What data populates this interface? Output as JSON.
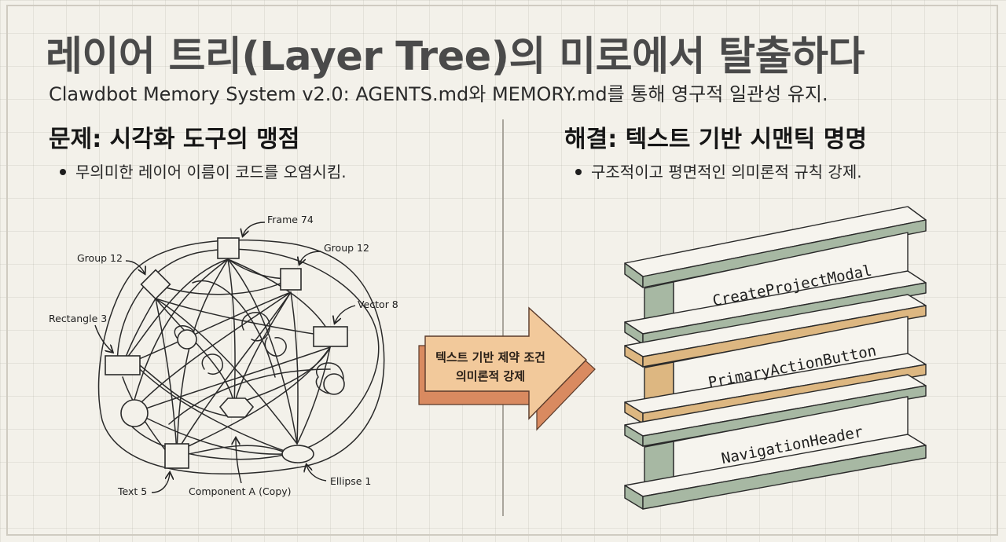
{
  "title": "레이어 트리(Layer Tree)의 미로에서 탈출하다",
  "subtitle": "Clawdbot Memory System v2.0: AGENTS.md와 MEMORY.md를 통해 영구적 일관성 유지.",
  "left": {
    "heading": "문제: 시각화 도구의 맹점",
    "bullet": "무의미한 레이어 이름이 코드를 오염시킴.",
    "labels": {
      "frame": "Frame 74",
      "group_a": "Group 12",
      "group_b": "Group 12",
      "vector": "Vector 8",
      "rectangle": "Rectangle 3",
      "text": "Text 5",
      "component": "Component A (Copy)",
      "ellipse": "Ellipse 1"
    }
  },
  "arrow": {
    "line1": "텍스트 기반 제약 조건",
    "line2": "의미론적 강제",
    "fill": "#f2c99b",
    "shadow": "#d98a60"
  },
  "right": {
    "heading": "해결: 텍스트 기반 시맨틱 명명",
    "bullet": "구조적이고 평면적인 의미론적 규칙 강제.",
    "layers": [
      {
        "name": "CreateProjectModal",
        "accent": "#a7b8a3"
      },
      {
        "name": "PrimaryActionButton",
        "accent": "#ddb781"
      },
      {
        "name": "NavigationHeader",
        "accent": "#a7b8a3"
      }
    ]
  }
}
